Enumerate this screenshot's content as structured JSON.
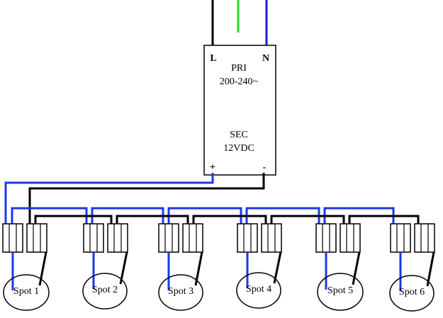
{
  "colors": {
    "live_wire": "#000000",
    "earth_wire": "#22dd22",
    "neutral_wire": "#1a1aee",
    "positive_wire": "#1a3ae6",
    "negative_wire": "#000000",
    "box_stroke": "#000000",
    "background": "#ffffff"
  },
  "transformer": {
    "terminal_live": "L",
    "terminal_neutral": "N",
    "primary_label": "PRI",
    "primary_voltage": "200-240~",
    "secondary_label": "SEC",
    "secondary_voltage": "12VDC",
    "terminal_positive": "+",
    "terminal_negative": "-"
  },
  "spots": [
    {
      "label": "Spot 1"
    },
    {
      "label": "Spot 2"
    },
    {
      "label": "Spot 3"
    },
    {
      "label": "Spot 4"
    },
    {
      "label": "Spot 5"
    },
    {
      "label": "Spot 6"
    }
  ]
}
